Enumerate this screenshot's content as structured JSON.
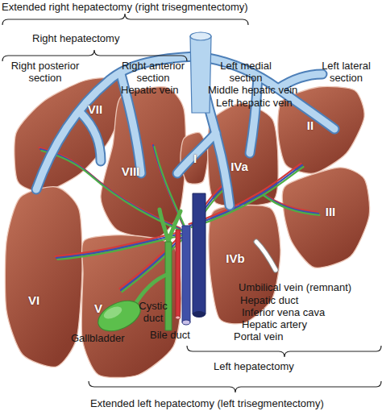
{
  "diagram": {
    "nodes": [
      {
        "text": [
          "VII"
        ]
      },
      {
        "text": [
          "II"
        ]
      },
      {
        "text": [
          "VIII"
        ]
      },
      {
        "text": [
          "I"
        ]
      },
      {
        "text": [
          "IVa"
        ]
      },
      {
        "text": [
          "III"
        ]
      },
      {
        "text": [
          "VI"
        ]
      },
      {
        "text": [
          "IVb"
        ]
      },
      {
        "text": [
          "V"
        ]
      }
    ],
    "labels": [
      "Extended right hepatectomy (right trisegmentectomy)",
      "Right hepatectomy",
      "Right posterior section",
      "Right anterior section",
      "Left medial section",
      "Left lateral section",
      "Hepatic vein",
      "Middle hepatic vein",
      "Left hepatic vein",
      "Umbilical vein (remnant)",
      "Hepatic duct",
      "Inferior vena cava",
      "Cystic duct",
      "Hepatic artery",
      "Gallbladder",
      "Bile duct",
      "Portal vein",
      "Left hepatectomy",
      "Extended left hepatectomy (left trisegmentectomy)"
    ]
  }
}
